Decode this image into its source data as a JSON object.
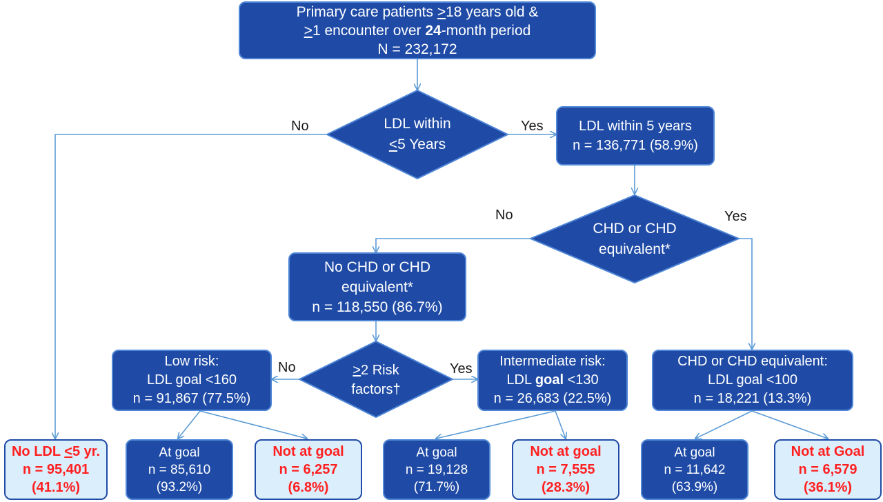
{
  "colors": {
    "box_fill": "#1f4ba6",
    "box_border": "#4f86d6",
    "outcome_fill": "#dbeefc",
    "alert_text": "#ff2020",
    "connector": "#5b9bd5"
  },
  "root": {
    "line1_pre": "Primary care patients ",
    "line1_ge": ">",
    "line1_post": "18 years old &",
    "line2_ge": ">",
    "line2_mid": "1 encounter over ",
    "line2_bold": "24",
    "line2_post": "-month period",
    "line3": "N = 232,172"
  },
  "decision_ldl": {
    "line1": "LDL within",
    "line2_le": "<",
    "line2_post": "5 Years"
  },
  "ldl_within": {
    "line1": "LDL within 5 years",
    "line2": "n = 136,771 (58.9%)"
  },
  "decision_chd": {
    "line1": "CHD or CHD",
    "line2": "equivalent*"
  },
  "no_chd": {
    "line1": "No CHD or CHD",
    "line2": "equivalent*",
    "line3": "n = 118,550 (86.7%)"
  },
  "decision_risk": {
    "line1_ge": ">",
    "line1_post": "2 Risk",
    "line2": "factors†"
  },
  "low_risk": {
    "line1": "Low risk:",
    "line2": "LDL goal <160",
    "line3": "n = 91,867 (77.5%)"
  },
  "intermediate_risk": {
    "line1": "Intermediate risk:",
    "line2_pre": "LDL ",
    "line2_bold": "goal",
    "line2_post": " <130",
    "line3": "n = 26,683 (22.5%)"
  },
  "chd_group": {
    "line1": "CHD or CHD equivalent:",
    "line2": "LDL goal <100",
    "line3": "n = 18,221 (13.3%)"
  },
  "outcomes": {
    "no_ldl": {
      "line1_pre": "No LDL ",
      "line1_le": "<",
      "line1_post": "5 yr.",
      "line2": "n = 95,401",
      "line3": "(41.1%)"
    },
    "low_at_goal": {
      "line1": "At goal",
      "line2": "n = 85,610",
      "line3": "(93.2%)"
    },
    "low_not_goal": {
      "line1": "Not at goal",
      "line2": "n = 6,257",
      "line3": "(6.8%)"
    },
    "int_at_goal": {
      "line1": "At goal",
      "line2": "n = 19,128",
      "line3": "(71.7%)"
    },
    "int_not_goal": {
      "line1": "Not at goal",
      "line2": "n = 7,555",
      "line3": "(28.3%)"
    },
    "chd_at_goal": {
      "line1": "At goal",
      "line2": "n = 11,642",
      "line3": "(63.9%)"
    },
    "chd_not_goal": {
      "line1": "Not at Goal",
      "line2": "n = 6,579",
      "line3": "(36.1%)"
    }
  },
  "labels": {
    "ldl_no": "No",
    "ldl_yes": "Yes",
    "chd_no": "No",
    "chd_yes": "Yes",
    "risk_no": "No",
    "risk_yes": "Yes"
  }
}
